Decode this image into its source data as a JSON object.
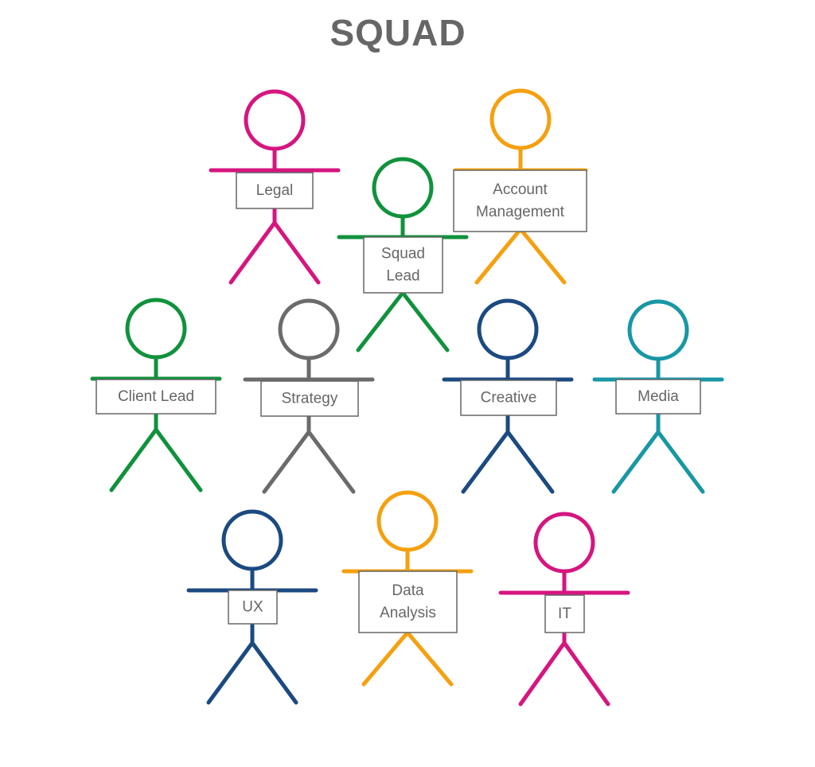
{
  "title": "SQUAD",
  "colors": {
    "magenta": "#d6157f",
    "orange": "#f5a00f",
    "green": "#10923c",
    "gray": "#6b6b6b",
    "navy": "#1b4a80",
    "teal": "#1897a5",
    "label_text": "#666666",
    "box_border": "#666666"
  },
  "figures": [
    {
      "id": "legal",
      "label_lines": [
        "Legal"
      ],
      "color": "magenta"
    },
    {
      "id": "account-management",
      "label_lines": [
        "Account",
        "Management"
      ],
      "color": "orange"
    },
    {
      "id": "squad-lead",
      "label_lines": [
        "Squad",
        "Lead"
      ],
      "color": "green"
    },
    {
      "id": "client-lead",
      "label_lines": [
        "Client Lead"
      ],
      "color": "green"
    },
    {
      "id": "strategy",
      "label_lines": [
        "Strategy"
      ],
      "color": "gray"
    },
    {
      "id": "creative",
      "label_lines": [
        "Creative"
      ],
      "color": "navy"
    },
    {
      "id": "media",
      "label_lines": [
        "Media"
      ],
      "color": "teal"
    },
    {
      "id": "ux",
      "label_lines": [
        "UX"
      ],
      "color": "navy"
    },
    {
      "id": "data-analysis",
      "label_lines": [
        "Data",
        "Analysis"
      ],
      "color": "orange"
    },
    {
      "id": "it",
      "label_lines": [
        "IT"
      ],
      "color": "magenta"
    }
  ]
}
